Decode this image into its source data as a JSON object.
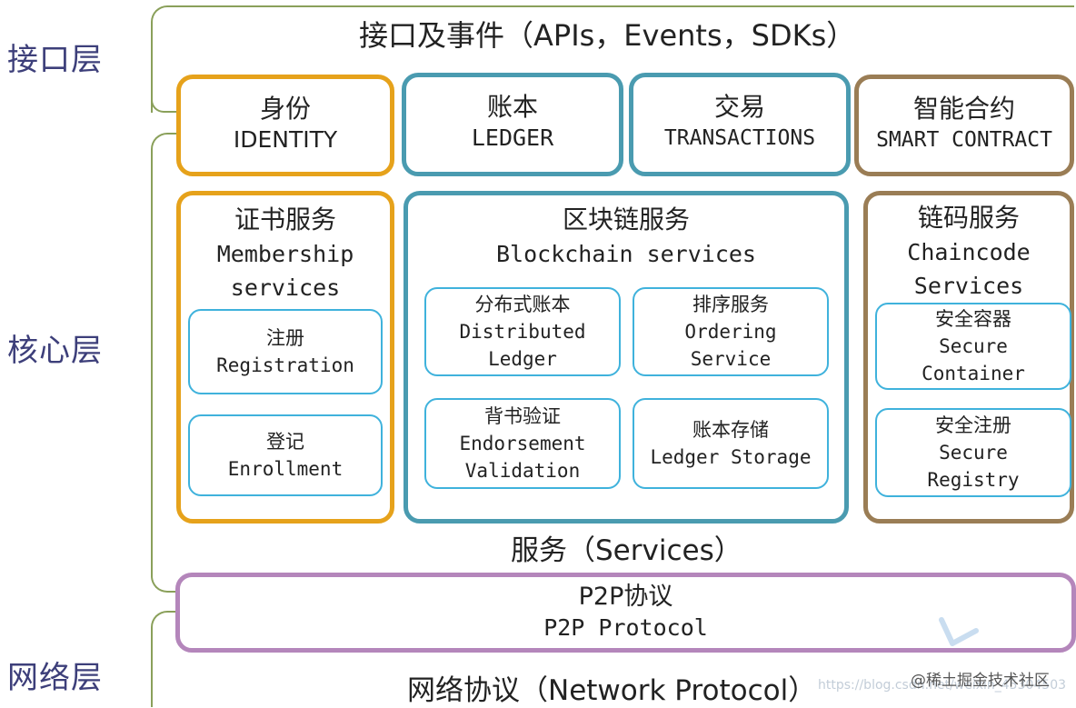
{
  "layers": {
    "interface": "接口层",
    "core": "核心层",
    "network": "网络层"
  },
  "interface_layer": {
    "title": "接口及事件（APIs，Events，SDKs）",
    "components": [
      {
        "cn": "身份",
        "en": "IDENTITY"
      },
      {
        "cn": "账本",
        "en": "LEDGER"
      },
      {
        "cn": "交易",
        "en": "TRANSACTIONS"
      },
      {
        "cn": "智能合约",
        "en": "SMART CONTRACT"
      }
    ]
  },
  "core_layer": {
    "membership": {
      "cn": "证书服务",
      "en_line1": "Membership",
      "en_line2": "services",
      "items": [
        {
          "cn": "注册",
          "en": "Registration"
        },
        {
          "cn": "登记",
          "en": "Enrollment"
        }
      ]
    },
    "blockchain": {
      "cn": "区块链服务",
      "en": "Blockchain services",
      "items": [
        {
          "cn": "分布式账本",
          "en_line1": "Distributed",
          "en_line2": "Ledger"
        },
        {
          "cn": "排序服务",
          "en_line1": "Ordering",
          "en_line2": "Service"
        },
        {
          "cn": "背书验证",
          "en_line1": "Endorsement",
          "en_line2": "Validation"
        },
        {
          "cn": "账本存储",
          "en_line1": "Ledger Storage",
          "en_line2": ""
        }
      ]
    },
    "chaincode": {
      "cn": "链码服务",
      "en_line1": "Chaincode",
      "en_line2": "Services",
      "items": [
        {
          "cn": "安全容器",
          "en_line1": "Secure",
          "en_line2": "Container"
        },
        {
          "cn": "安全注册",
          "en_line1": "Secure",
          "en_line2": "Registry"
        }
      ]
    },
    "services_label": "服务（Services）"
  },
  "network_layer": {
    "p2p_cn": "P2P协议",
    "p2p_en": "P2P Protocol",
    "title": "网络协议（Network Protocol）"
  },
  "watermark": {
    "site": "@稀土掘金技术社区",
    "url": "https://blog.csdn.net/weixin_45304503"
  },
  "colors": {
    "identity": "#e6a21b",
    "ledger": "#4a9bb0",
    "smart_contract": "#9a7d55",
    "p2p": "#b486bb",
    "inner": "#3fb2dc",
    "layer_label": "#3d3f7a",
    "bracket": "#8aa05a"
  }
}
